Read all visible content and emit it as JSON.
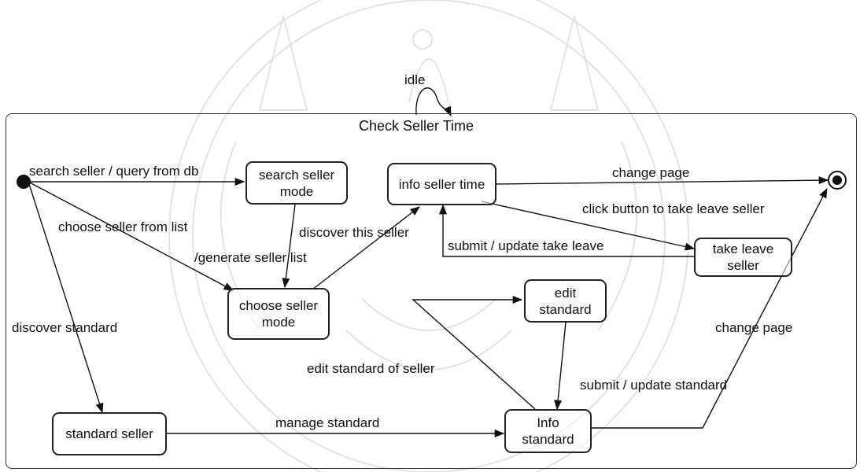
{
  "diagram": {
    "composite_title": "Check Seller Time",
    "states": {
      "search_seller_mode": "search seller mode",
      "info_seller_time": "info seller time",
      "take_leave_seller": "take leave seller",
      "choose_seller_mode": "choose seller mode",
      "edit_standard": "edit standard",
      "standard_seller": "standard seller",
      "info_standard": "Info standard"
    },
    "transitions": {
      "idle": "idle",
      "search_seller": "search seller / query from db",
      "change_page_top": "change page",
      "click_button": "click button to take leave seller",
      "choose_from_list": "choose seller from list",
      "discover_this_seller": "discover this seller",
      "submit_take_leave": "submit / update take leave",
      "generate_list": "/generate seller list",
      "discover_standard": "discover standard",
      "change_page_right": "change page",
      "edit_standard_of_seller": "edit standard of seller",
      "submit_update_standard": "submit / update standard",
      "manage_standard": "manage standard"
    }
  }
}
